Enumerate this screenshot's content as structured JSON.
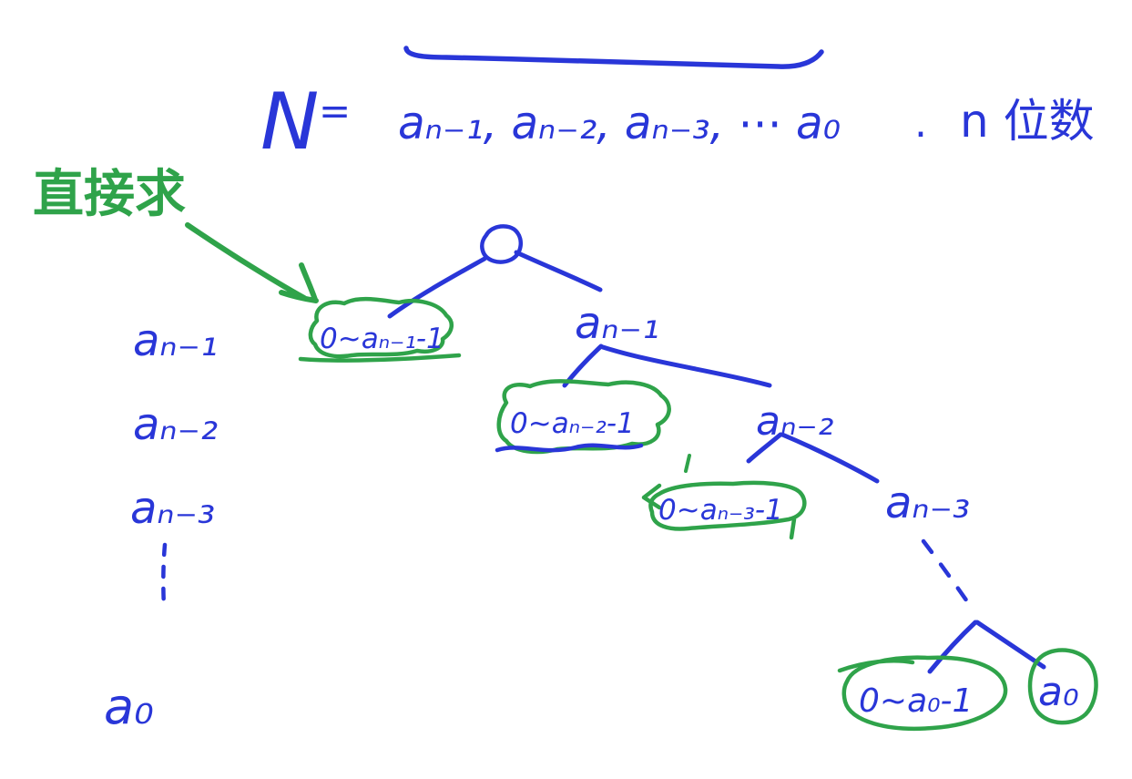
{
  "colors": {
    "ink_blue": "#2936d8",
    "ink_green": "#2fa34a",
    "background": "#ffffff"
  },
  "formula": {
    "lhs": "N",
    "equals": "=",
    "digit_sequence": "aₙ₋₁, aₙ₋₂, aₙ₋₃, ⋯ a₀",
    "period": ".",
    "digit_count_note": "n 位数"
  },
  "annotation": {
    "method_label": "直接求"
  },
  "row_labels": {
    "level1": "aₙ₋₁",
    "level2": "aₙ₋₂",
    "level3": "aₙ₋₃",
    "last": "a₀"
  },
  "tree": {
    "node_labels": {
      "level1": "aₙ₋₁",
      "level2": "aₙ₋₂",
      "level3": "aₙ₋₃"
    },
    "leaf_label": "a₀",
    "range_labels": {
      "level1": "0~aₙ₋₁-1",
      "level2": "0~aₙ₋₂-1",
      "level3": "0~aₙ₋₃-1",
      "last": "0~a₀-1"
    }
  }
}
